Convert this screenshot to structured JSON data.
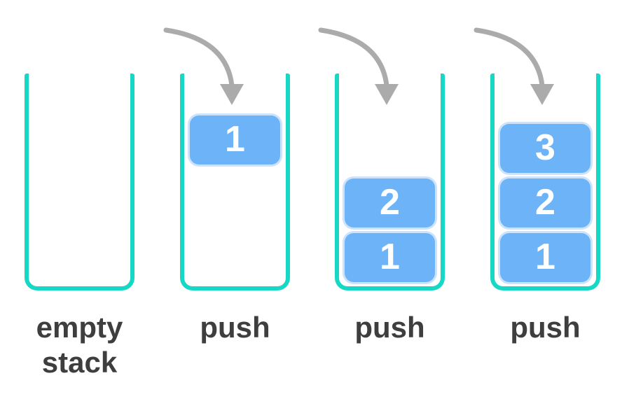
{
  "diagram": {
    "name": "stack push operation diagram",
    "colors": {
      "container_teal": "#16d8c4",
      "block_blue": "#6cb3f8",
      "block_number_text": "#ffffff",
      "arrow_gray": "#ababab",
      "label_text": "#3e3e3e",
      "background": "#ffffff"
    },
    "stages": [
      {
        "id": "empty-stack",
        "label": "empty\nstack",
        "has_arrow": false,
        "blocks": []
      },
      {
        "id": "push-1",
        "label": "push",
        "has_arrow": true,
        "blocks": [
          {
            "value": "1",
            "placement": "floating"
          }
        ]
      },
      {
        "id": "push-2",
        "label": "push",
        "has_arrow": true,
        "blocks": [
          {
            "value": "2",
            "placement": "stacked"
          },
          {
            "value": "1",
            "placement": "stacked"
          }
        ]
      },
      {
        "id": "push-3",
        "label": "push",
        "has_arrow": true,
        "blocks": [
          {
            "value": "3",
            "placement": "stacked"
          },
          {
            "value": "2",
            "placement": "stacked"
          },
          {
            "value": "1",
            "placement": "stacked"
          }
        ]
      }
    ]
  }
}
